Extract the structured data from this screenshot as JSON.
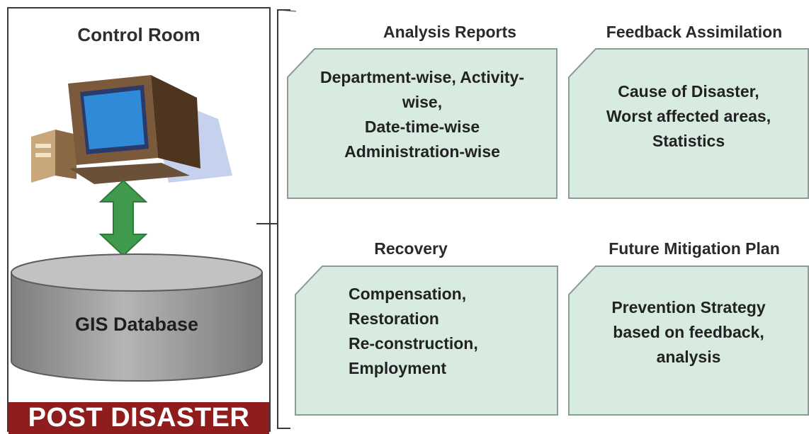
{
  "left_panel": {
    "title": "Control Room",
    "database_label": "GIS Database",
    "banner": "POST DISASTER"
  },
  "cards": [
    {
      "heading": "Analysis Reports",
      "text": "Department-wise, Activity-\nwise,\nDate-time-wise\nAdministration-wise"
    },
    {
      "heading": "Feedback Assimilation",
      "text": "Cause of Disaster,\nWorst affected areas,\nStatistics"
    },
    {
      "heading": "Recovery",
      "text": "Compensation,\nRestoration\nRe-construction,\nEmployment"
    },
    {
      "heading": "Future Mitigation Plan",
      "text": "Prevention Strategy\nbased on feedback,\nanalysis"
    }
  ],
  "colors": {
    "card_fill": "#d8ebe1",
    "card_stroke": "#8e9a94",
    "banner": "#8f1d1d",
    "arrow": "#3f9a4e",
    "cylinder": "#9a9a9a"
  },
  "icons": [
    "computer-icon",
    "bidirectional-arrow-icon",
    "database-cylinder-icon"
  ]
}
